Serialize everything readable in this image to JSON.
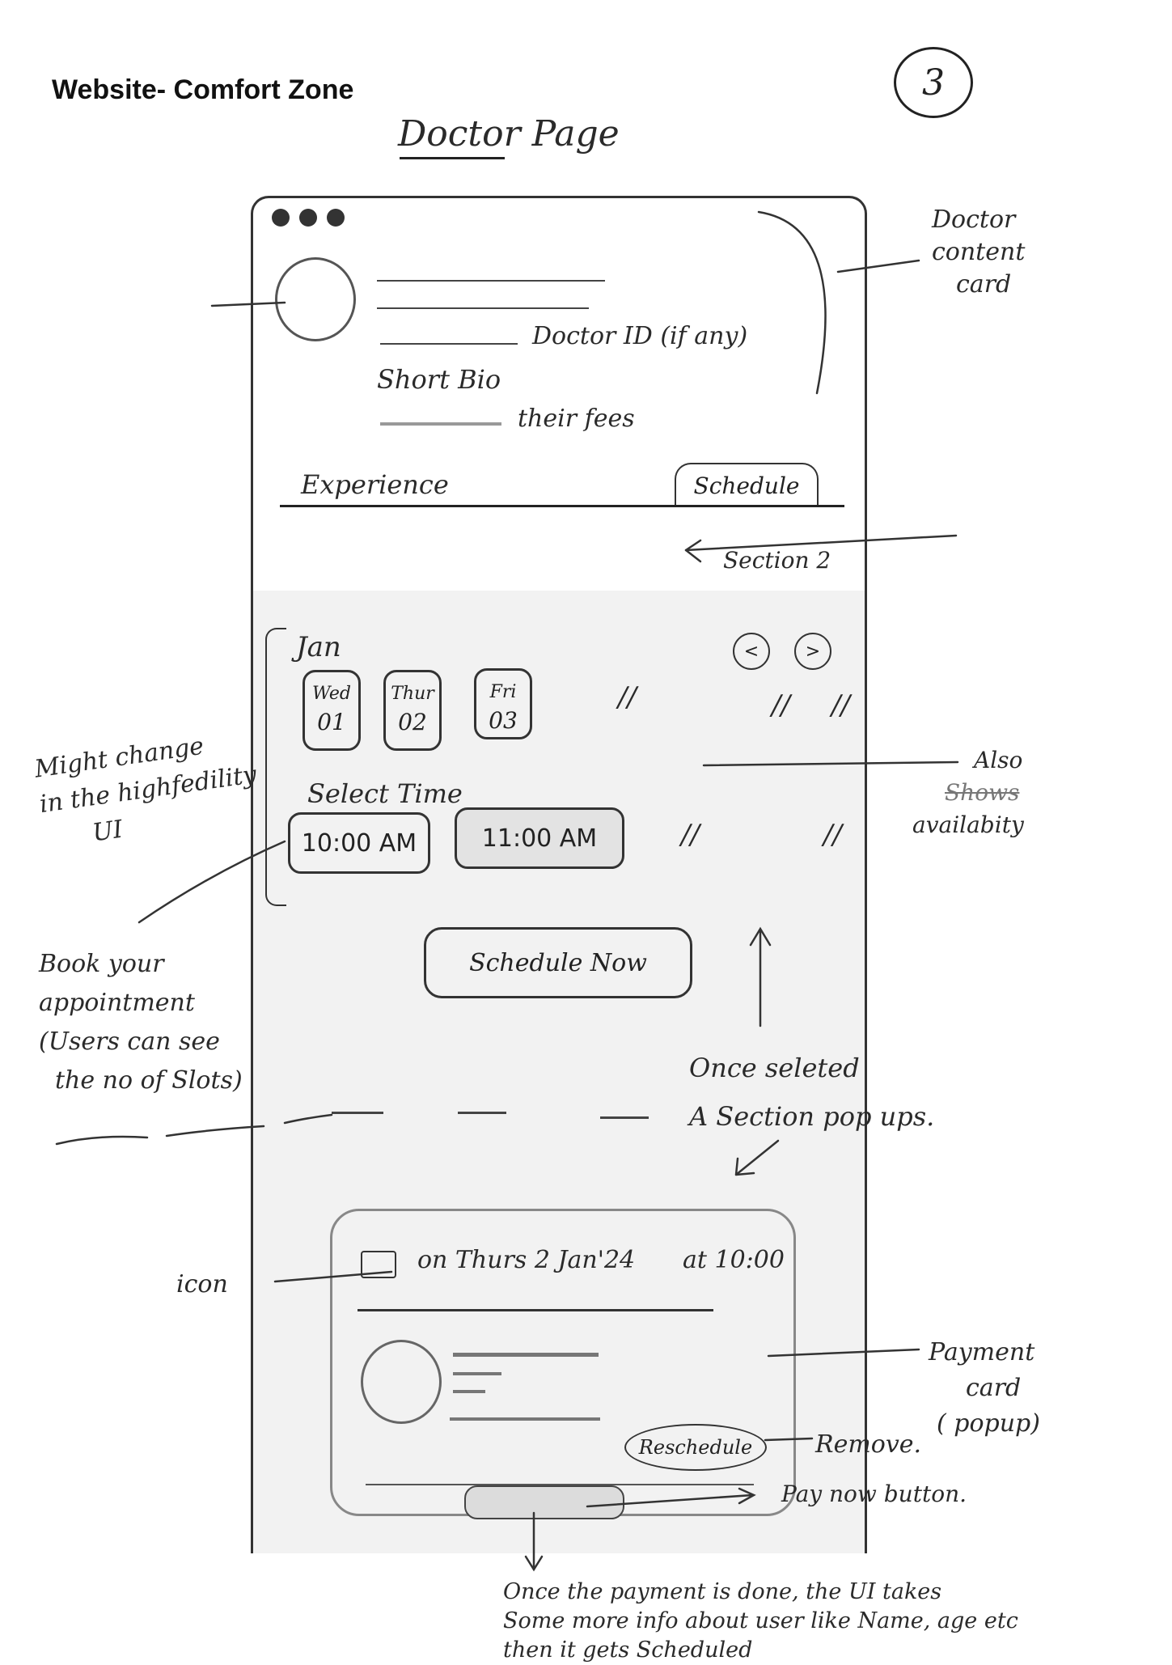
{
  "header": {
    "heading": "Website- Comfort Zone",
    "page_number": "3",
    "page_title": "Doctor Page"
  },
  "doctor_card": {
    "doctor_id_label": "Doctor ID (if any)",
    "short_bio_label": "Short Bio",
    "fees_label": "their fees",
    "tabs": {
      "experience": "Experience",
      "schedule": "Schedule"
    }
  },
  "section2": {
    "label": "Section 2",
    "month": "Jan",
    "nav": {
      "prev": "<",
      "next": ">"
    },
    "days": [
      {
        "name": "Wed",
        "num": "01"
      },
      {
        "name": "Thur",
        "num": "02"
      },
      {
        "name": "Fri",
        "num": "03"
      }
    ],
    "ditto_mark": "//",
    "select_time_label": "Select Time",
    "times": [
      "10:00 AM",
      "11:00 AM"
    ],
    "schedule_button": "Schedule Now"
  },
  "payment_card": {
    "booking_info": "on Thurs 2 Jan'24",
    "booking_time": "at 10:00",
    "reschedule_label": "Reschedule"
  },
  "annotations": {
    "doctor_card": [
      "Doctor",
      "content",
      "card"
    ],
    "also_shows": [
      "Also",
      "Shows",
      "availabity"
    ],
    "might_change": [
      "Might change",
      "in the highfedility",
      "UI"
    ],
    "book": [
      "Book your",
      "appointment",
      "(Users can see",
      "the no of Slots)"
    ],
    "once_selected": [
      "Once seleted",
      "A Section pop ups."
    ],
    "icon": "icon",
    "payment_card": [
      "Payment",
      "card",
      "( popup)"
    ],
    "remove": "Remove.",
    "pay_now": "Pay now button.",
    "bottom_note": [
      "Once the payment is done, the UI takes",
      "Some more info about user like Name, age etc",
      "then it gets Scheduled"
    ]
  }
}
